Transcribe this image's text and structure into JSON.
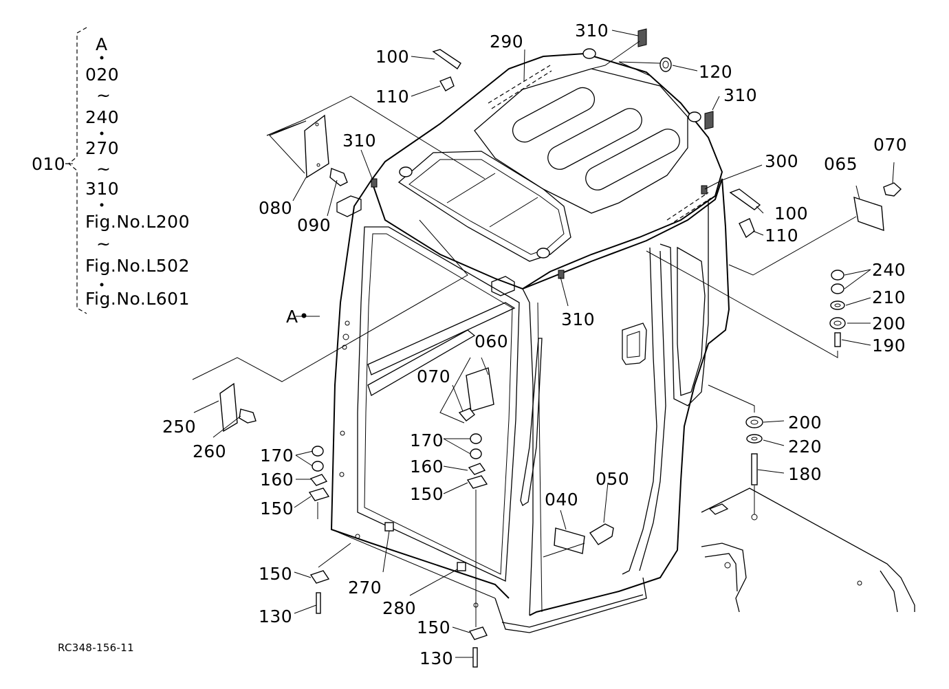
{
  "drawing_code": "RC348-156-11",
  "group": {
    "main": "010",
    "items": [
      "A",
      "020",
      "~",
      "240",
      "270",
      "~",
      "310",
      "Fig.No.L200",
      "~",
      "Fig.No.L502",
      "Fig.No.L601"
    ]
  },
  "view_marker": "A",
  "callouts": {
    "c100a": "100",
    "c110a": "110",
    "c290": "290",
    "c310a": "310",
    "c120": "120",
    "c310b": "310",
    "c310c": "310",
    "c080": "080",
    "c090": "090",
    "c300": "300",
    "c065": "065",
    "c070a": "070",
    "c100b": "100",
    "c110b": "110",
    "c310d": "310",
    "c240": "240",
    "c210": "210",
    "c200a": "200",
    "c190": "190",
    "c060": "060",
    "c070b": "070",
    "c250": "250",
    "c260": "260",
    "c170a": "170",
    "c160a": "160",
    "c150a": "150",
    "c170b": "170",
    "c160b": "160",
    "c150b": "150",
    "c200b": "200",
    "c220": "220",
    "c180": "180",
    "c050": "050",
    "c040": "040",
    "c150c": "150",
    "c270": "270",
    "c280": "280",
    "c130a": "130",
    "c150d": "150",
    "c130b": "130"
  }
}
